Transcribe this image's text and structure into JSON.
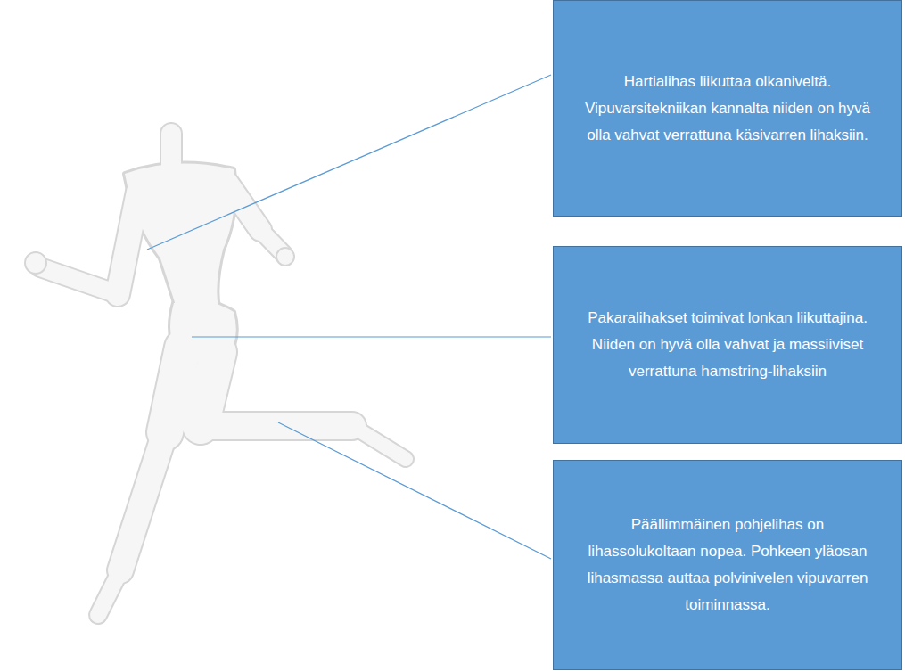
{
  "diagram": {
    "nodes": [
      {
        "text": [
          "Hartialihas liikuttaa olkaniveltä. Vipuvarsitekniikan kannalta niiden on hyvä olla vahvat verrattuna käsivarren lihaksiin."
        ]
      },
      {
        "text": [
          "Pakaralihakset toimivat lonkan liikuttajina. Niiden on hyvä olla vahvat ja massiiviset verrattuna hamstring-lihaksiin"
        ]
      },
      {
        "text": [
          "Päällimmäinen pohjelihas on lihassolukoltaan nopea. Pohkeen yläosan lihasmassa auttaa polvinivelen vipuvarren toiminnassa."
        ]
      }
    ]
  }
}
